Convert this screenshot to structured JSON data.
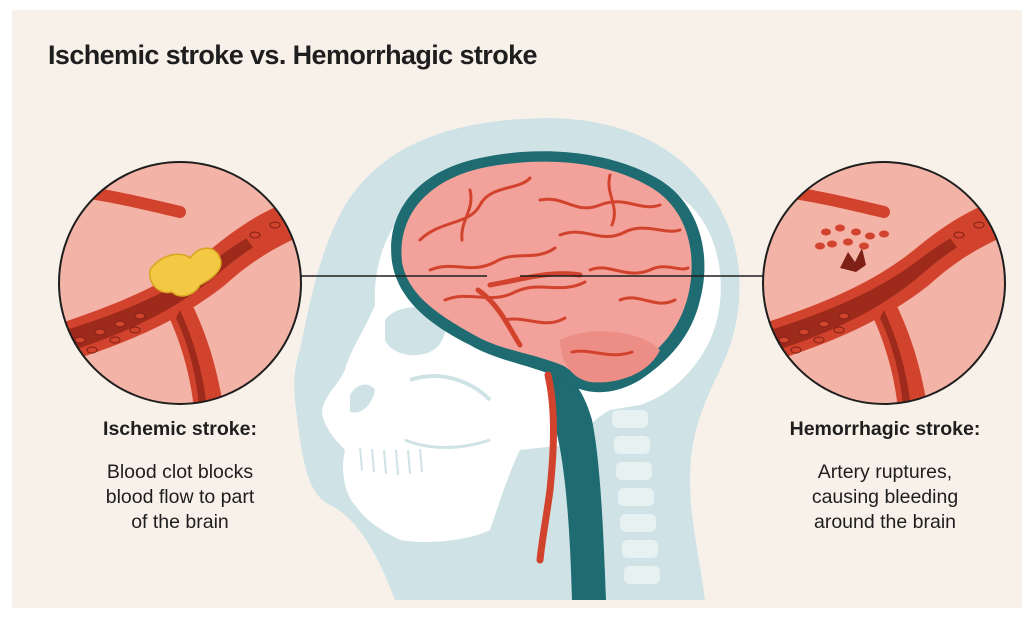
{
  "title": "Ischemic stroke vs. Hemorrhagic stroke",
  "ischemic": {
    "heading": "Ischemic stroke:",
    "description": [
      "Blood clot blocks",
      "blood flow to part",
      "of the brain"
    ]
  },
  "hemorrhagic": {
    "heading": "Hemorrhagic stroke:",
    "description": [
      "Artery ruptures,",
      "causing bleeding",
      "around the brain"
    ]
  },
  "colors": {
    "background": "#f8f1e9",
    "artery": "#d2432e",
    "artery_dark": "#9e2a1c",
    "vessel_lumen": "#f3b3a6",
    "clot": "#f3c842",
    "brain": "#f2a29a",
    "skull": "#ffffff",
    "head_outline": "#cfe3e6",
    "spine_teal": "#1e6b72"
  }
}
